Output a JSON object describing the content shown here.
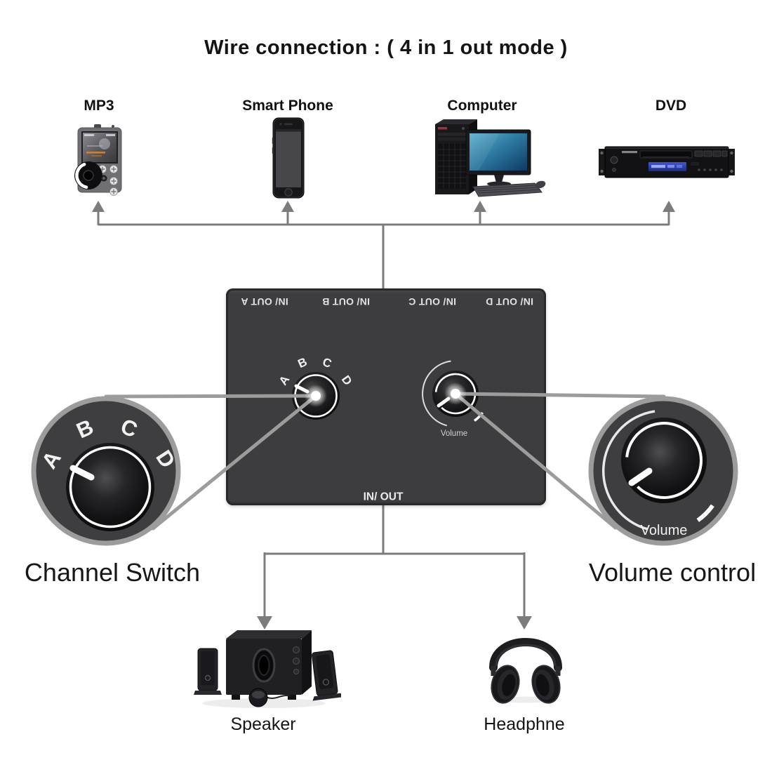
{
  "title": "Wire connection : ( 4 in 1 out mode )",
  "input_devices": [
    {
      "label": "MP3"
    },
    {
      "label": "Smart Phone"
    },
    {
      "label": "Computer"
    },
    {
      "label": "DVD"
    }
  ],
  "switch_box": {
    "port_labels": [
      "IN/ OUT A",
      "IN/ OUT B",
      "IN/ OUT C",
      "IN/ OUT D"
    ],
    "bottom_label": "IN/ OUT",
    "channel_knob": {
      "positions": [
        "A",
        "B",
        "C",
        "D"
      ]
    },
    "volume_knob": {
      "label": "Volume"
    }
  },
  "callouts": {
    "channel_switch": {
      "caption": "Channel Switch",
      "positions": [
        "A",
        "B",
        "C",
        "D"
      ]
    },
    "volume_control": {
      "caption": "Volume control",
      "knob_label": "Volume"
    }
  },
  "output_devices": [
    {
      "label": "Speaker"
    },
    {
      "label": "Headphne"
    }
  ],
  "colors": {
    "background": "#ffffff",
    "box_body": "#3d3d40",
    "connector_gray": "#7c7c7c",
    "callout_gray": "#9c9c9c",
    "knob_ring": "#ffffff",
    "monitor_screen_blue": "#2f7ba3",
    "dvd_display_blue": "#3647c0"
  }
}
